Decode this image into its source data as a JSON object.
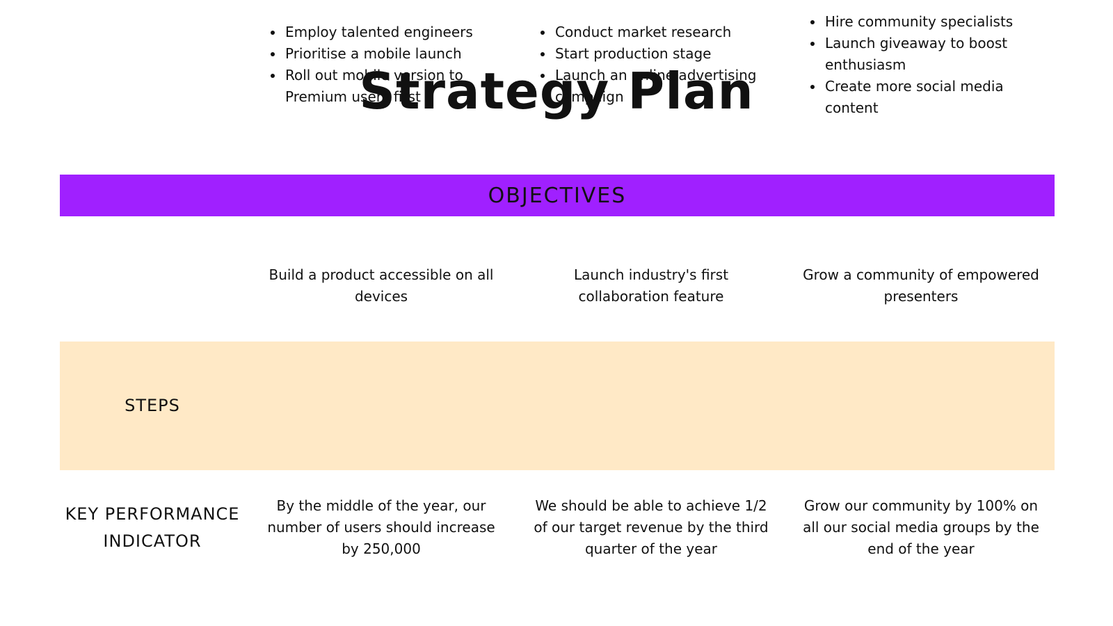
{
  "title": "Strategy Plan",
  "objectives_header": "OBJECTIVES",
  "colors": {
    "objectives_bar": "#a020ff",
    "steps_row": "#ffe9c6",
    "text": "#111111"
  },
  "objectives": [
    "Build a product accessible on all devices",
    "Launch industry's first collaboration feature",
    "Grow a community of empowered presenters"
  ],
  "steps": {
    "label": "STEPS",
    "columns": [
      [
        "Employ talented engineers",
        "Prioritise a mobile launch",
        "Roll out mobile version to Premium users first"
      ],
      [
        "Conduct market research",
        "Start production stage",
        "Launch an online advertising campaign"
      ],
      [
        "Hire community specialists",
        "Launch giveaway to boost enthusiasm",
        "Create more social media content"
      ]
    ]
  },
  "kpi": {
    "label": "KEY PERFORMANCE INDICATOR",
    "columns": [
      "By the middle of the year, our number of users should increase by 250,000",
      "We should be able to achieve 1/2 of our target revenue by the third quarter of the year",
      "Grow our community by 100% on all our social media groups by the end of the year"
    ]
  }
}
